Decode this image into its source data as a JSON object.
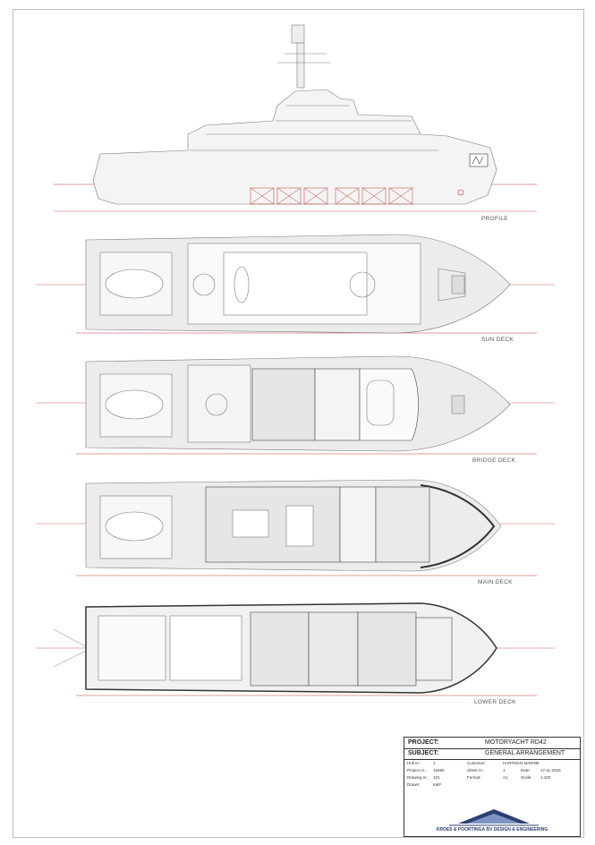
{
  "decks": {
    "profile": "PROFILE",
    "sun": "SUN DECK",
    "bridge": "BRIDGE DECK",
    "main": "MAIN DECK",
    "lower": "LOWER DECK"
  },
  "title_block": {
    "project_label": "PROJECT:",
    "project_value": "MOTORYACHT RD42",
    "subject_label": "SUBJECT:",
    "subject_value": "GENERAL ARRANGEMENT",
    "hull_label": "Hull nr.:",
    "hull_value": "1",
    "customer_label": "Customer:",
    "customer_value": "HARTMAN MARINE",
    "project_nr_label": "Project nr.:",
    "project_nr_value": "15050",
    "sheet_label": "Sheet nr.:",
    "sheet_value": "1",
    "date_label": "Date:",
    "date_value": "17-11-2015",
    "drawing_label": "Drawing nr.:",
    "drawing_value": "101",
    "format_label": "Format:",
    "format_value": "A1",
    "scale_label": "Scale:",
    "scale_value": "1:100",
    "drawn_label": "Drawn:",
    "drawn_value": "K&P",
    "company": "KROES & POORTINGA BV   DESIGN & ENGINEERING"
  },
  "colors": {
    "line": "#7a7a7a",
    "red": "#c0392b",
    "logo": "#2b3f73"
  }
}
